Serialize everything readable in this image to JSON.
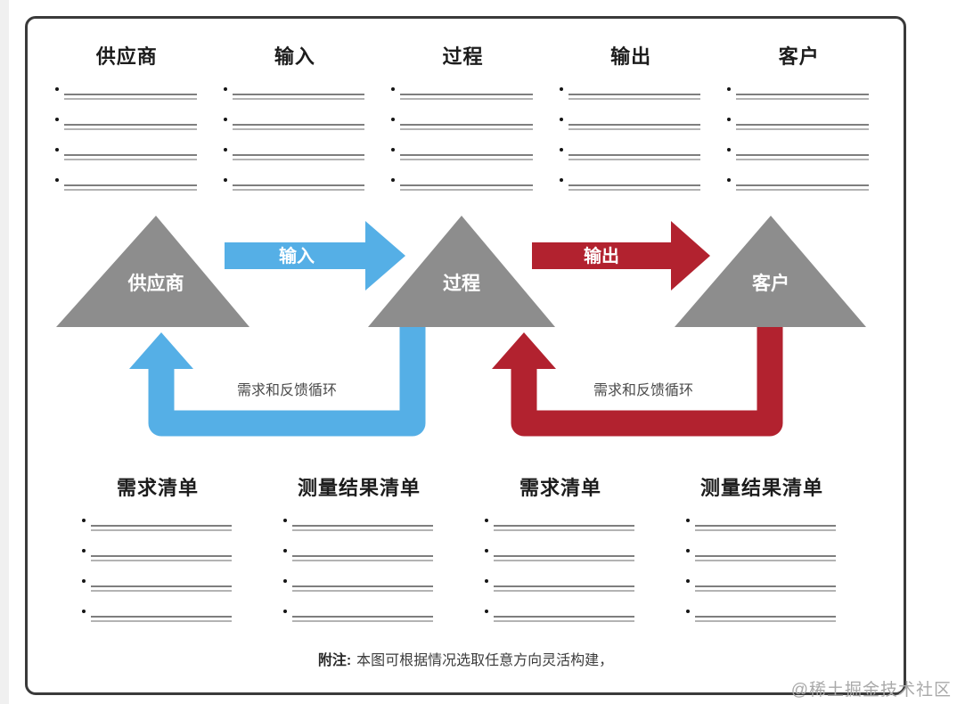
{
  "top_section": {
    "columns": [
      {
        "title": "供应商"
      },
      {
        "title": "输入"
      },
      {
        "title": "过程"
      },
      {
        "title": "输出"
      },
      {
        "title": "客户"
      }
    ],
    "lines_per_column": 4
  },
  "diagram": {
    "triangle_color": "#8d8d8d",
    "triangles": [
      {
        "label": "供应商"
      },
      {
        "label": "过程"
      },
      {
        "label": "客户"
      }
    ],
    "flow_arrows": [
      {
        "label": "输入",
        "color": "#55afe6"
      },
      {
        "label": "输出",
        "color": "#b2222f"
      }
    ],
    "feedback_loops": [
      {
        "label": "需求和反馈循环",
        "color": "#55afe6"
      },
      {
        "label": "需求和反馈循环",
        "color": "#b2222f"
      }
    ]
  },
  "bottom_section": {
    "columns": [
      {
        "title": "需求清单"
      },
      {
        "title": "测量结果清单"
      },
      {
        "title": "需求清单"
      },
      {
        "title": "测量结果清单"
      }
    ],
    "lines_per_column": 4
  },
  "footnote": {
    "label": "附注:",
    "text": "本图可根据情况选取任意方向灵活构建，"
  },
  "watermark": "@稀土掘金技术社区"
}
